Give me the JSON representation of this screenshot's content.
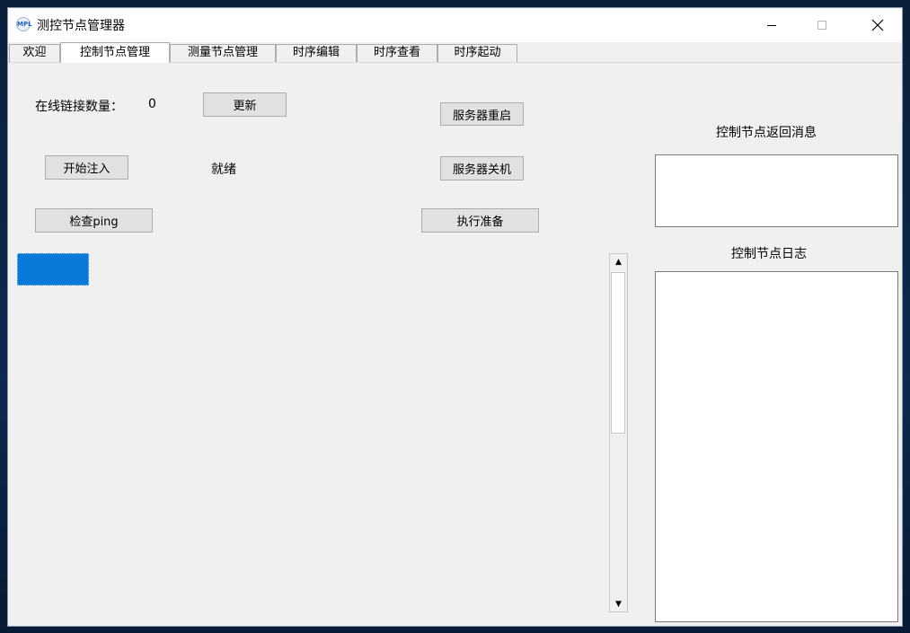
{
  "window": {
    "title": "测控节点管理器"
  },
  "tabs": [
    {
      "label": "欢迎"
    },
    {
      "label": "控制节点管理"
    },
    {
      "label": "测量节点管理"
    },
    {
      "label": "时序编辑"
    },
    {
      "label": "时序查看"
    },
    {
      "label": "时序起动"
    }
  ],
  "active_tab": 1,
  "panel": {
    "online_count_label": "在线链接数量：",
    "online_count_value": "0",
    "refresh_button": "更新",
    "start_inject_button": "开始注入",
    "status_text": "就绪",
    "check_ping_button": "检查ping",
    "server_restart_button": "服务器重启",
    "server_shutdown_button": "服务器关机",
    "execute_prepare_button": "执行准备",
    "return_message_title": "控制节点返回消息",
    "log_title": "控制节点日志",
    "accent_color": "#0a78d7"
  }
}
